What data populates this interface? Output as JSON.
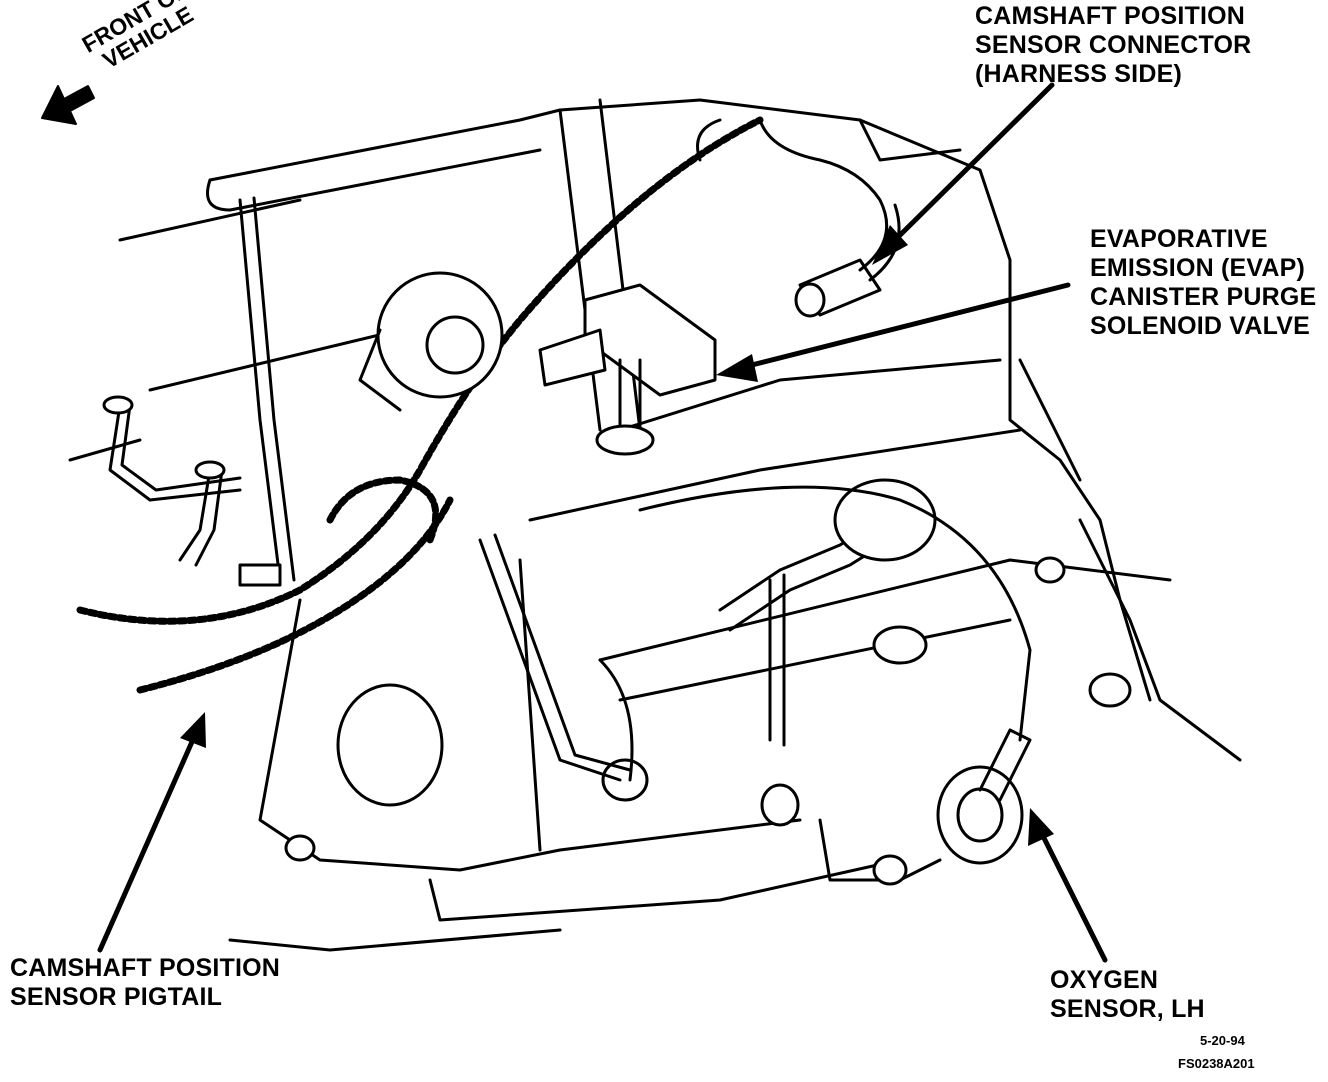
{
  "labels": {
    "front_of_vehicle": [
      "FRONT OF",
      "VEHICLE"
    ],
    "cmp_connector": [
      "CAMSHAFT POSITION",
      "SENSOR CONNECTOR",
      "(HARNESS SIDE)"
    ],
    "evap": [
      "EVAPORATIVE",
      "EMISSION (EVAP)",
      "CANISTER PURGE",
      "SOLENOID VALVE"
    ],
    "cmp_pigtail": [
      "CAMSHAFT POSITION",
      "SENSOR PIGTAIL"
    ],
    "oxygen": [
      "OXYGEN",
      "SENSOR, LH"
    ]
  },
  "figure": {
    "date": "5-20-94",
    "code": "FS0238A201"
  },
  "colors": {
    "ink": "#000000",
    "paper": "#ffffff"
  }
}
